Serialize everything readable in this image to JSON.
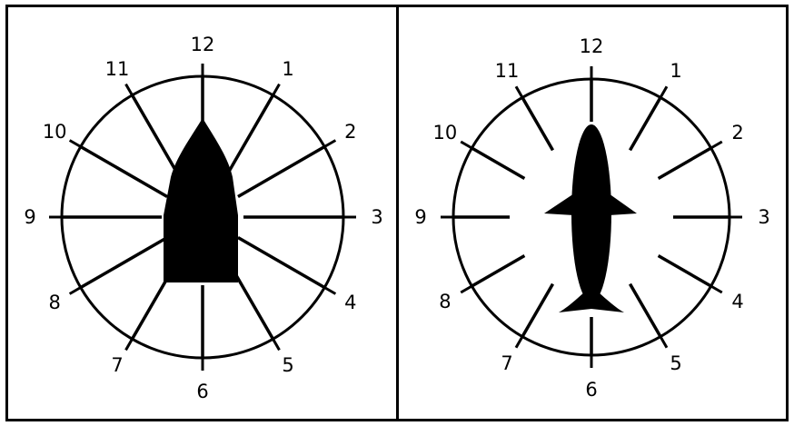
{
  "panels": [
    {
      "id": "boat",
      "silhouette": "boat-hull-icon",
      "clock_labels": [
        "12",
        "1",
        "2",
        "3",
        "4",
        "5",
        "6",
        "7",
        "8",
        "9",
        "10",
        "11"
      ]
    },
    {
      "id": "fish",
      "silhouette": "fish-icon",
      "clock_labels": [
        "12",
        "1",
        "2",
        "3",
        "4",
        "5",
        "6",
        "7",
        "8",
        "9",
        "10",
        "11"
      ]
    }
  ],
  "colors": {
    "ink": "#000000",
    "paper": "#ffffff"
  }
}
